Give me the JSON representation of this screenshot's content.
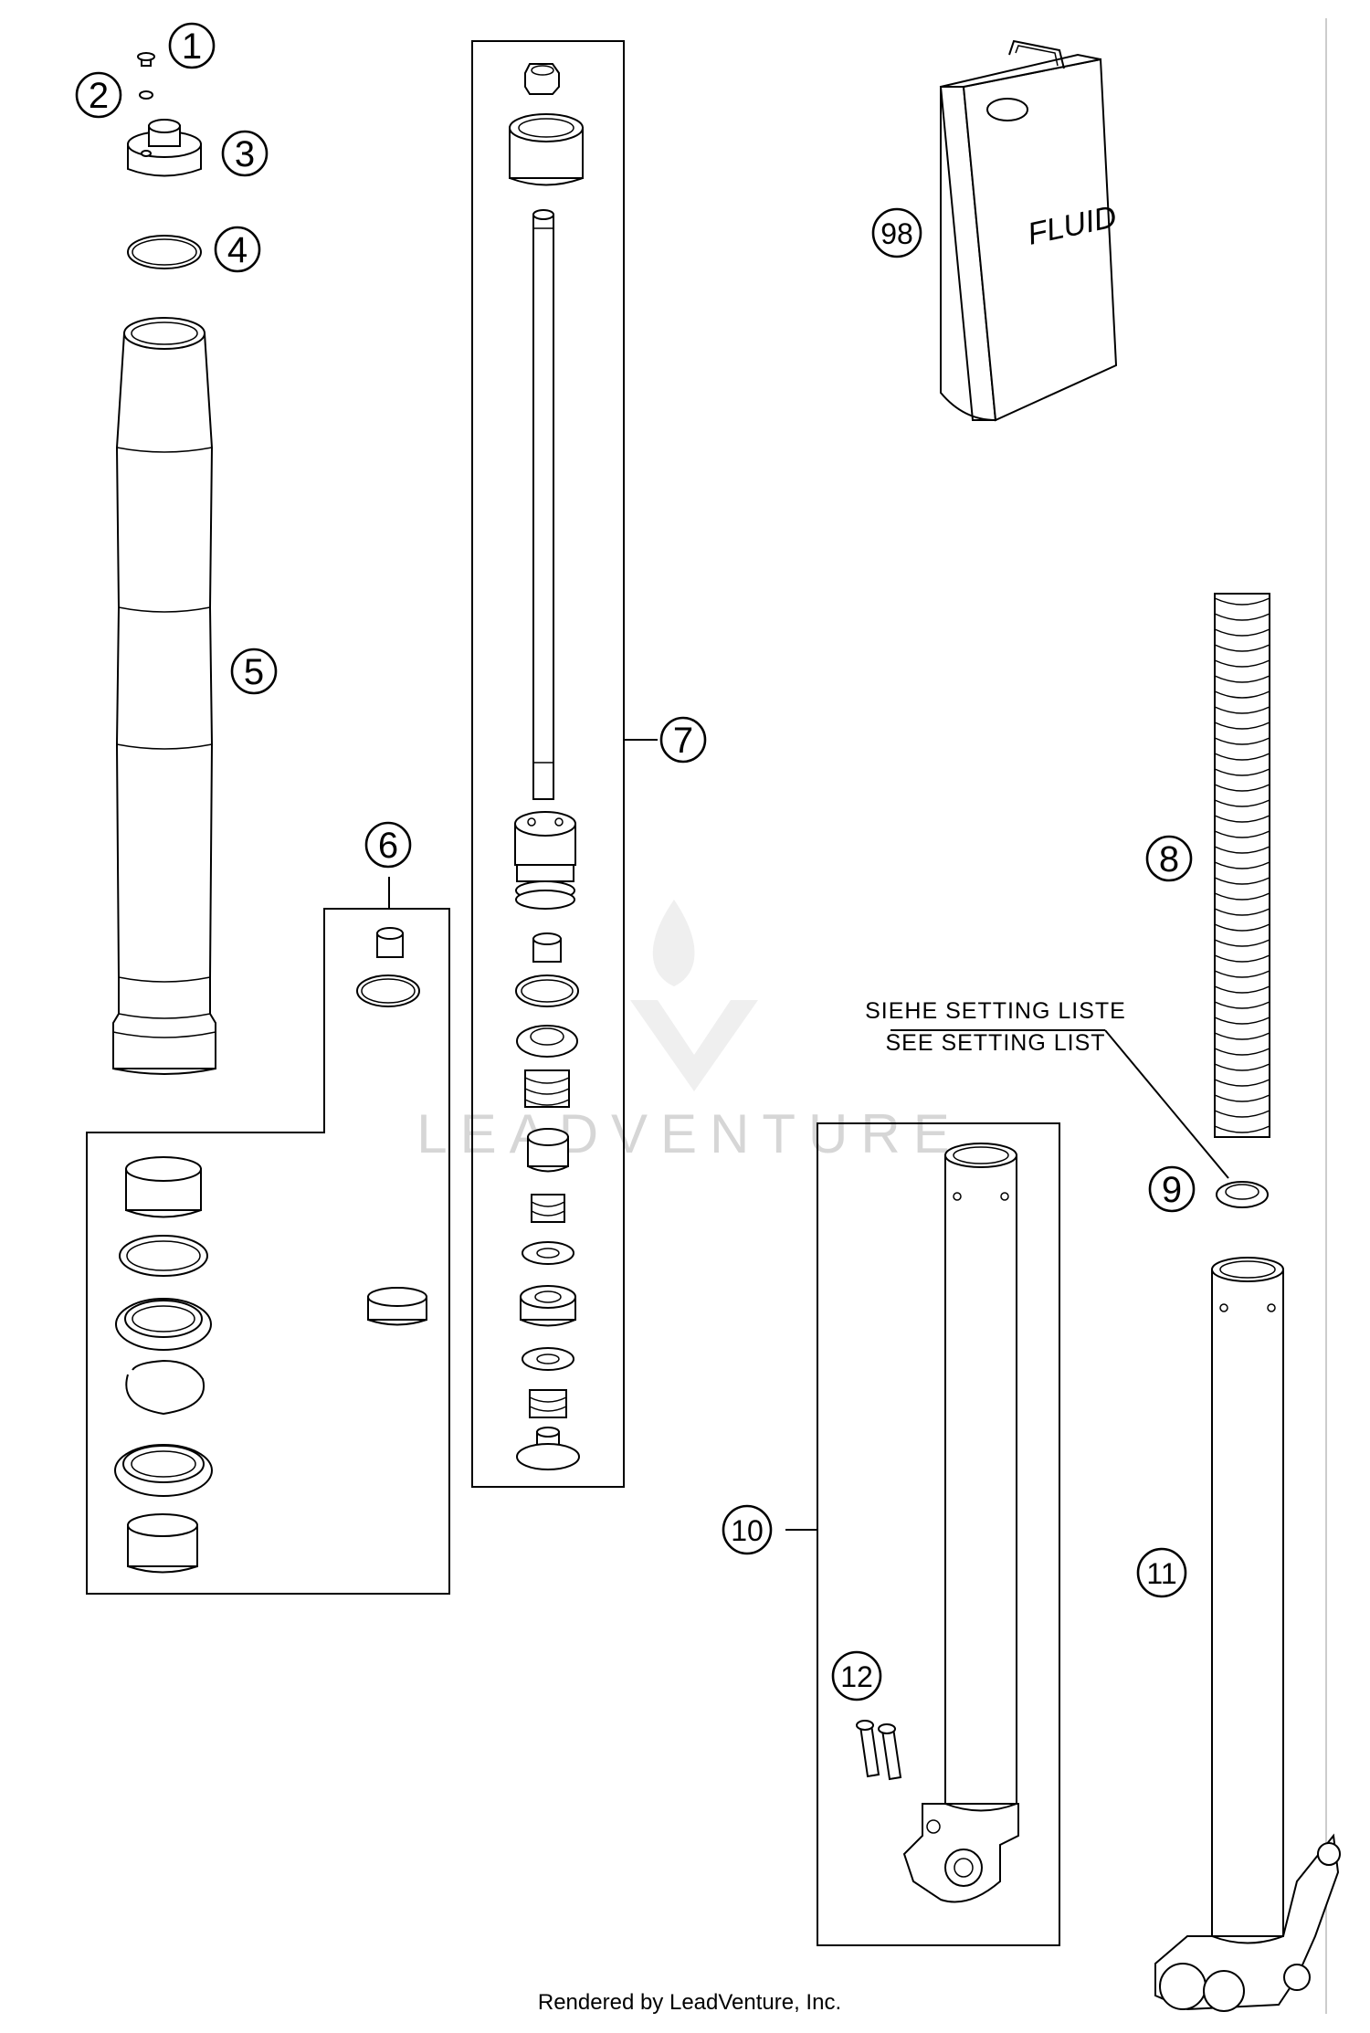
{
  "callouts": {
    "c1": "1",
    "c2": "2",
    "c3": "3",
    "c4": "4",
    "c5": "5",
    "c6": "6",
    "c7": "7",
    "c8": "8",
    "c9": "9",
    "c10": "10",
    "c11": "11",
    "c12": "12",
    "c98": "98"
  },
  "note": {
    "line1": "SIEHE SETTING LISTE",
    "line2": "SEE SETTING LIST"
  },
  "can_label": "FLUID",
  "watermark": "LEADVENTURE",
  "footer": "Rendered by LeadVenture, Inc."
}
